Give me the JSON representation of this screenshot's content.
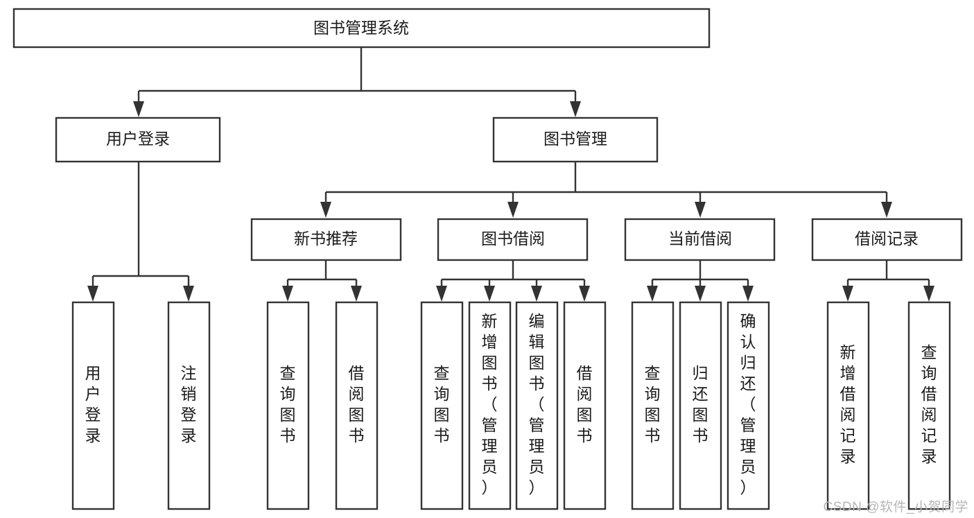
{
  "diagram": {
    "type": "hierarchy-tree",
    "title": "图书管理系统",
    "root": {
      "id": "root",
      "label": "图书管理系统",
      "orientation": "horizontal"
    },
    "level2": [
      {
        "id": "user-login",
        "label": "用户登录",
        "orientation": "horizontal"
      },
      {
        "id": "book-manage",
        "label": "图书管理",
        "orientation": "horizontal"
      }
    ],
    "level3": [
      {
        "id": "new-book-recommend",
        "label": "新书推荐",
        "orientation": "horizontal",
        "parent": "book-manage"
      },
      {
        "id": "book-borrow",
        "label": "图书借阅",
        "orientation": "horizontal",
        "parent": "book-manage"
      },
      {
        "id": "current-borrow",
        "label": "当前借阅",
        "orientation": "horizontal",
        "parent": "book-manage"
      },
      {
        "id": "borrow-record",
        "label": "借阅记录",
        "orientation": "horizontal",
        "parent": "book-manage"
      }
    ],
    "leaves": [
      {
        "id": "leaf-user-login",
        "label": "用户登录",
        "orientation": "vertical",
        "parent": "user-login"
      },
      {
        "id": "leaf-user-logout",
        "label": "注销登录",
        "orientation": "vertical",
        "parent": "user-login"
      },
      {
        "id": "leaf-query-book-1",
        "label": "查询图书",
        "orientation": "vertical",
        "parent": "new-book-recommend"
      },
      {
        "id": "leaf-borrow-book-1",
        "label": "借阅图书",
        "orientation": "vertical",
        "parent": "new-book-recommend"
      },
      {
        "id": "leaf-query-book-2",
        "label": "查询图书",
        "orientation": "vertical",
        "parent": "book-borrow"
      },
      {
        "id": "leaf-add-book",
        "label": "新增图书（管理员）",
        "orientation": "vertical",
        "parent": "book-borrow"
      },
      {
        "id": "leaf-edit-book",
        "label": "编辑图书（管理员）",
        "orientation": "vertical",
        "parent": "book-borrow"
      },
      {
        "id": "leaf-borrow-book-2",
        "label": "借阅图书",
        "orientation": "vertical",
        "parent": "book-borrow"
      },
      {
        "id": "leaf-query-book-3",
        "label": "查询图书",
        "orientation": "vertical",
        "parent": "current-borrow"
      },
      {
        "id": "leaf-return-book",
        "label": "归还图书",
        "orientation": "vertical",
        "parent": "current-borrow"
      },
      {
        "id": "leaf-confirm-return",
        "label": "确认归还（管理员）",
        "orientation": "vertical",
        "parent": "current-borrow"
      },
      {
        "id": "leaf-add-record",
        "label": "新增借阅记录",
        "orientation": "vertical",
        "parent": "borrow-record"
      },
      {
        "id": "leaf-query-record",
        "label": "查询借阅记录",
        "orientation": "vertical",
        "parent": "borrow-record"
      }
    ],
    "colors": {
      "stroke": "#333333",
      "fill": "#ffffff",
      "text": "#1a1a1a",
      "watermark": "#b6b6b6",
      "background": "#ffffff"
    }
  },
  "watermark": {
    "text": "CSDN @软件_小贺同学"
  }
}
